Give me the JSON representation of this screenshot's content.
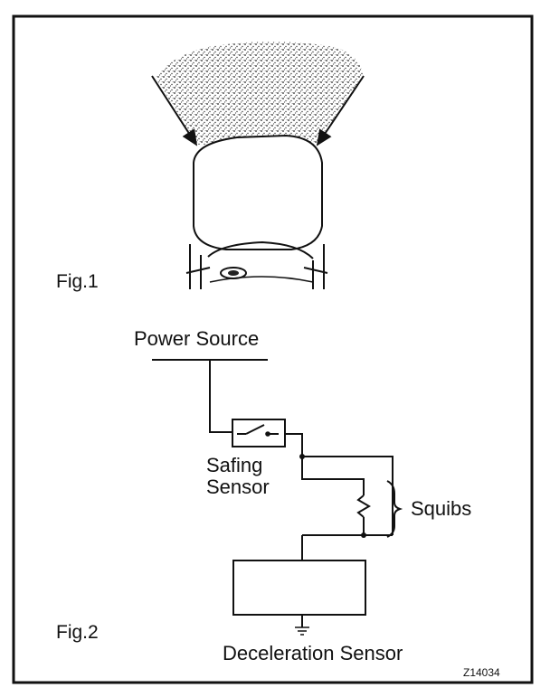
{
  "figures": {
    "fig1": {
      "label": "Fig.1"
    },
    "fig2": {
      "label": "Fig.2",
      "power_source": "Power Source",
      "safing_sensor_line1": "Safing",
      "safing_sensor_line2": "Sensor",
      "squibs": "Squibs",
      "deceleration_sensor": "Deceleration Sensor"
    }
  },
  "diagram_code": "Z14034",
  "colors": {
    "ink": "#111111",
    "paper": "#ffffff"
  }
}
